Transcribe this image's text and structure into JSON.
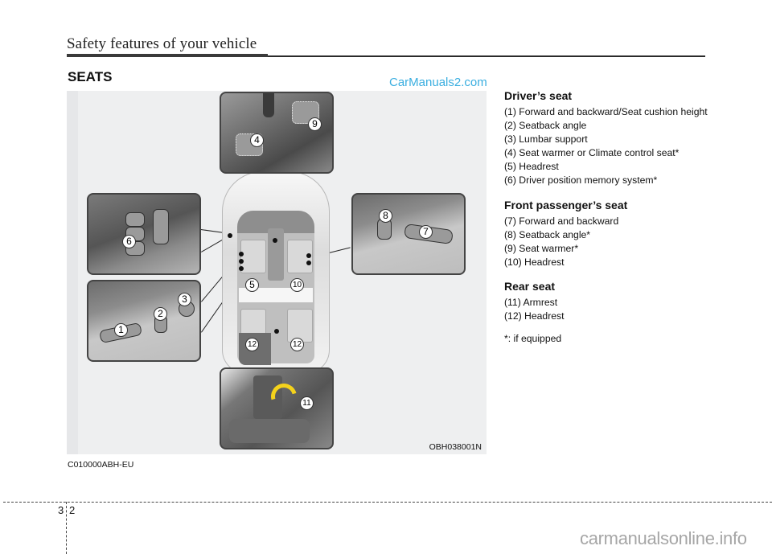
{
  "header": {
    "running_title": "Safety features of your vehicle"
  },
  "section": {
    "title": "SEATS"
  },
  "watermarks": {
    "top": "CarManuals2.com",
    "bottom": "carmanualsonline.info"
  },
  "figure": {
    "code": "OBH038001N",
    "reference_code": "C010000ABH-EU",
    "callouts": [
      "1",
      "2",
      "3",
      "4",
      "5",
      "6",
      "7",
      "8",
      "9",
      "10",
      "11",
      "12"
    ]
  },
  "drivers_seat": {
    "heading": "Driver’s seat",
    "items": [
      "(1) Forward and backward/Seat cushion height",
      "(2) Seatback angle",
      "(3) Lumbar support",
      "(4) Seat warmer or Climate control seat*",
      "(5) Headrest",
      "(6) Driver position memory system*"
    ]
  },
  "front_passenger_seat": {
    "heading": "Front passenger’s seat",
    "items": [
      "(7) Forward and backward",
      "(8) Seatback angle*",
      "(9) Seat warmer*",
      "(10) Headrest"
    ]
  },
  "rear_seat": {
    "heading": "Rear seat",
    "items": [
      "(11) Armrest",
      "(12) Headrest"
    ]
  },
  "footnote": "*: if equipped",
  "footer": {
    "chapter": "3",
    "page": "2"
  }
}
